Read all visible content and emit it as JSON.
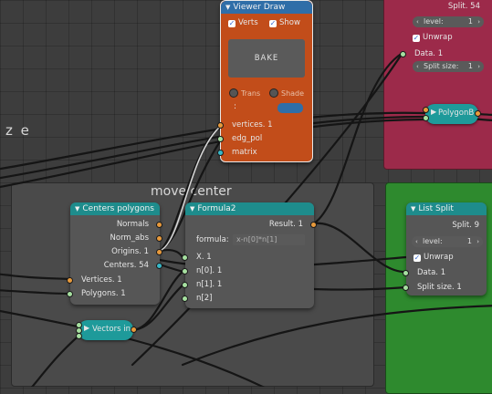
{
  "canvas": {
    "side_text": "z e"
  },
  "frames": {
    "move_center": {
      "title": "move center"
    }
  },
  "viewer_draw": {
    "title": "Viewer Draw",
    "verts_label": "Verts",
    "show_label": "Show",
    "bake_label": "BAKE",
    "trans_label": "Trans",
    "shade_label": "Shade",
    "colon": ":",
    "inputs": [
      "vertices. 1",
      "edg_pol",
      "matrix"
    ]
  },
  "top_split": {
    "title_value": "Split. 54",
    "level_label": "level:",
    "level_value": "1",
    "unwrap_label": "Unwrap",
    "data_label": "Data. 1",
    "split_size_label": "Split size:",
    "split_size_value": "1"
  },
  "polygon_b": {
    "label": "PolygonB"
  },
  "centers_polygons": {
    "title": "Centers polygons",
    "outputs": [
      "Normals",
      "Norm_abs",
      "Origins. 1",
      "Centers. 54"
    ],
    "inputs": [
      "Vertices. 1",
      "Polygons. 1"
    ]
  },
  "formula2": {
    "title": "Formula2",
    "result_label": "Result. 1",
    "formula_label": "formula:",
    "formula_value": "x-n[0]*n[1]",
    "inputs": [
      "X. 1",
      "n[0]. 1",
      "n[1]. 1",
      "n[2]"
    ]
  },
  "vectors_in": {
    "label": "Vectors in"
  },
  "list_split": {
    "title": "List Split",
    "split_value": "Split. 9",
    "level_label": "level:",
    "level_value": "1",
    "unwrap_label": "Unwrap",
    "data_label": "Data. 1",
    "split_size_label": "Split size. 1"
  }
}
